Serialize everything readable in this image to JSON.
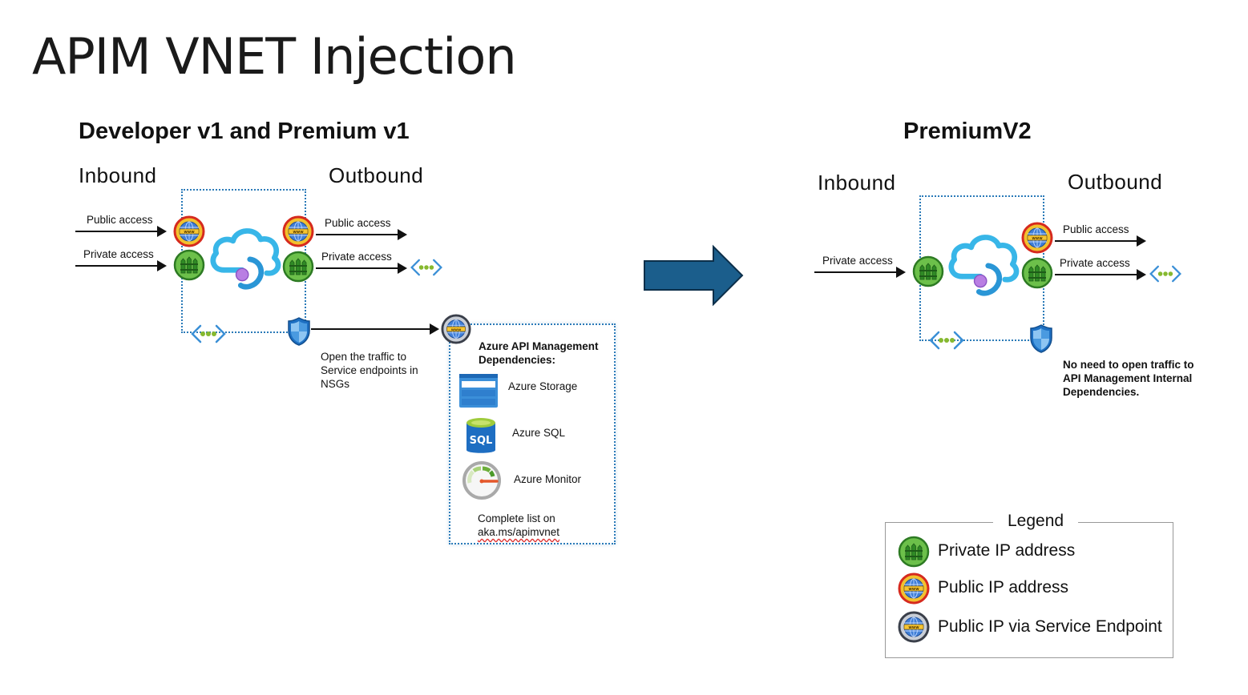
{
  "title": "APIM VNET Injection",
  "left": {
    "heading": "Developer v1 and Premium v1",
    "inbound_label": "Inbound",
    "outbound_label": "Outbound",
    "inbound": [
      {
        "label": "Public access",
        "icon": "public-ip-icon"
      },
      {
        "label": "Private access",
        "icon": "private-ip-icon"
      }
    ],
    "outbound": [
      {
        "label": "Public access",
        "icon": "public-ip-icon"
      },
      {
        "label": "Private access",
        "icon": "private-ip-icon",
        "target_icon": "vnet-icon"
      }
    ],
    "nsg_note": [
      "Open the traffic to",
      "Service endpoints in",
      "NSGs"
    ],
    "dependencies": {
      "heading_line1": "Azure API Management",
      "heading_line2": "Dependencies:",
      "items": [
        {
          "label": "Azure Storage",
          "icon": "azure-storage-icon"
        },
        {
          "label": "Azure SQL",
          "icon": "azure-sql-icon"
        },
        {
          "label": "Azure Monitor",
          "icon": "azure-monitor-icon"
        }
      ],
      "footer_line1": "Complete list on",
      "footer_link": "aka.ms/apimvnet"
    }
  },
  "transition_arrow": "right-arrow-icon",
  "right": {
    "heading": "PremiumV2",
    "inbound_label": "Inbound",
    "outbound_label": "Outbound",
    "inbound": [
      {
        "label": "Private access",
        "icon": "private-ip-icon"
      }
    ],
    "outbound": [
      {
        "label": "Public access",
        "icon": "public-ip-icon"
      },
      {
        "label": "Private access",
        "icon": "private-ip-icon",
        "target_icon": "vnet-icon"
      }
    ],
    "note": [
      "No need to open traffic to",
      "API Management Internal",
      "Dependencies."
    ]
  },
  "legend": {
    "title": "Legend",
    "items": [
      {
        "label": "Private IP address",
        "icon": "private-ip-icon"
      },
      {
        "label": "Public IP address",
        "icon": "public-ip-icon"
      },
      {
        "label": "Public IP via Service Endpoint",
        "icon": "service-endpoint-ip-icon"
      }
    ]
  },
  "colors": {
    "vnet_border": "#2a7ab8",
    "private_ip": "#3a9a2e",
    "public_ip_ring": "#d62a1e",
    "public_ip_fill": "#f2c12e",
    "service_endpoint_ring": "#3a3f4a",
    "arrow_fill": "#1b5e8c",
    "cloud": "#38b6e8"
  }
}
